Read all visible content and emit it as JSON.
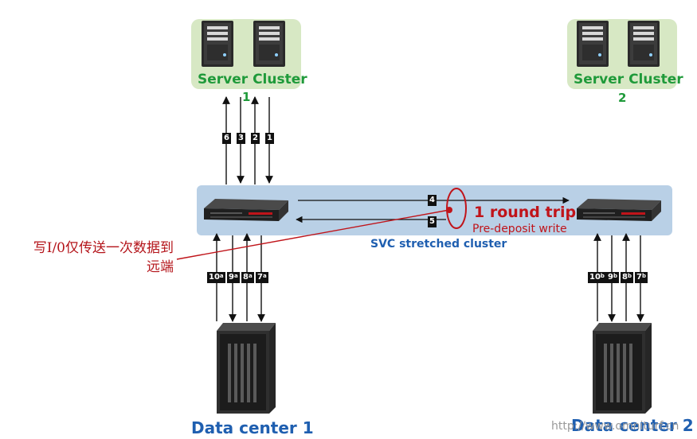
{
  "server_cluster_1": {
    "label": "Server Cluster",
    "number": "1"
  },
  "server_cluster_2": {
    "label": "Server Cluster",
    "number": "2"
  },
  "svc": {
    "label": "SVC stretched cluster"
  },
  "round_trip": {
    "title": "1 round trip",
    "subtitle": "Pre-deposit write"
  },
  "note": {
    "line1": "写I/0仅传送一次数据到",
    "line2": "远端"
  },
  "data_center_1": {
    "label": "Data center 1"
  },
  "data_center_2": {
    "label": "Data center 2"
  },
  "watermark": "http://www.omniturf.cn",
  "top_steps": [
    "6",
    "3",
    "2",
    "1"
  ],
  "link_steps": [
    "4",
    "5"
  ],
  "dc1_steps": [
    {
      "num": "10",
      "sup": "a"
    },
    {
      "num": "9",
      "sup": "a"
    },
    {
      "num": "8",
      "sup": "a"
    },
    {
      "num": "7",
      "sup": "a"
    }
  ],
  "dc2_steps": [
    {
      "num": "10",
      "sup": "b"
    },
    {
      "num": "9",
      "sup": "b"
    },
    {
      "num": "8",
      "sup": "b"
    },
    {
      "num": "7",
      "sup": "b"
    }
  ],
  "colors": {
    "cluster_green": "#1f9a3a",
    "svc_blue": "#1f5fb0",
    "accent_red": "#c0141a",
    "band": "#b9d0e6",
    "cluster_bg": "#d7e8c4"
  }
}
